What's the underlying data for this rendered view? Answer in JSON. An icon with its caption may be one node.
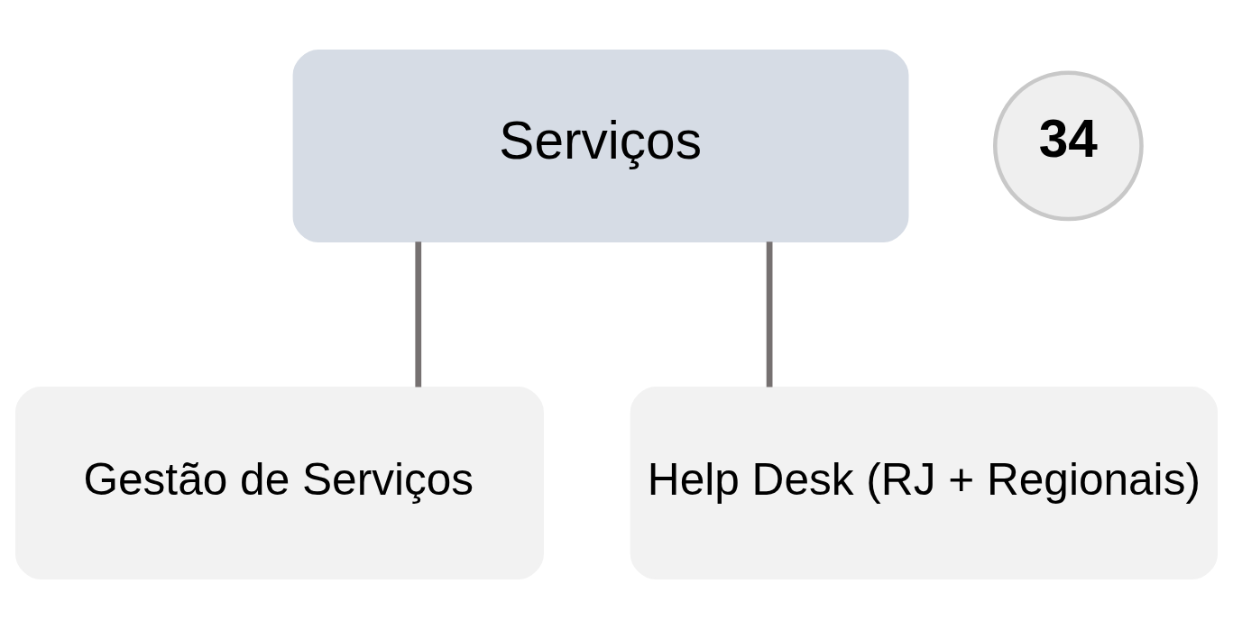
{
  "diagram": {
    "nodes": [
      {
        "text": [
          "Serviços"
        ]
      },
      {
        "text": [
          "34"
        ]
      },
      {
        "text": [
          "Gestão de Serviços"
        ]
      },
      {
        "text": [
          "Help Desk (RJ + Regionais)"
        ]
      }
    ],
    "edges": [
      {
        "from": 0,
        "to": 2,
        "arrow": "none"
      },
      {
        "from": 0,
        "to": 3,
        "arrow": "none"
      }
    ]
  }
}
